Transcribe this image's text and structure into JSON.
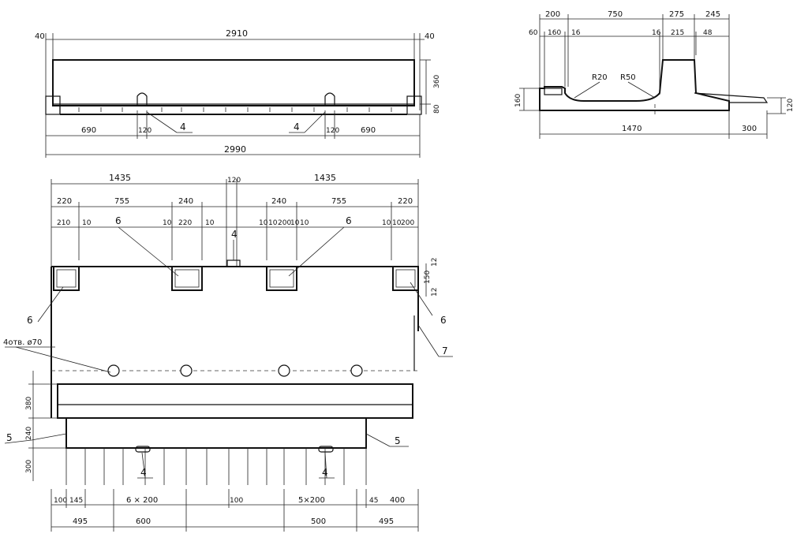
{
  "elevation": {
    "dims": {
      "left_end": "40",
      "total_top": "2910",
      "right_end": "40",
      "height_upper": "360",
      "height_lower": "80",
      "left_segment": "690",
      "left_lift": "120",
      "right_lift": "120",
      "right_segment": "690",
      "total_bottom": "2990"
    },
    "callouts": {
      "lift_left": "4",
      "lift_right": "4"
    }
  },
  "section": {
    "dims": {
      "top_1": "200",
      "top_2": "750",
      "top_3": "275",
      "top_4": "245",
      "sub_1": "60",
      "sub_2": "160",
      "sub_3": "16",
      "sub_4": "16",
      "sub_5": "215",
      "sub_6": "48",
      "radius_small": "R20",
      "radius_large": "R50",
      "left_height": "160",
      "right_height": "120",
      "bottom_main": "1470",
      "bottom_ext": "300"
    }
  },
  "plan": {
    "dims": {
      "half_left": "1435",
      "half_right": "1435",
      "lift_width": "120",
      "l_220": "220",
      "l_755": "755",
      "l_240": "240",
      "r_240": "240",
      "r_755": "755",
      "r_220": "220",
      "s_210": "210",
      "s_10a": "10",
      "s_10b": "10",
      "s_220": "220",
      "s_10c": "10",
      "s_10d": "10",
      "s_10e": "10",
      "s_200a": "200",
      "s_10f": "10",
      "s_10g": "10",
      "s_10h": "10",
      "s_10i": "10",
      "s_200b": "200",
      "side_12": "12",
      "side_150": "150",
      "side_12b": "12",
      "holes_note": "4отв. ø70",
      "h_380": "380",
      "h_240": "240",
      "h_300": "300",
      "b_100": "100",
      "b_145": "145",
      "b_6x200": "6 × 200",
      "b_100b": "100",
      "b_5x200": "5×200",
      "b_45": "45",
      "b_400": "400",
      "c_495": "495",
      "c_600": "600",
      "c_500": "500",
      "c_495b": "495"
    },
    "callouts": {
      "c6_a": "6",
      "c6_b": "6",
      "c6_c": "6",
      "c6_d": "6",
      "c7": "7",
      "c5_left": "5",
      "c5_right": "5",
      "c4_top": "4",
      "c4_bl": "4",
      "c4_br": "4"
    }
  }
}
